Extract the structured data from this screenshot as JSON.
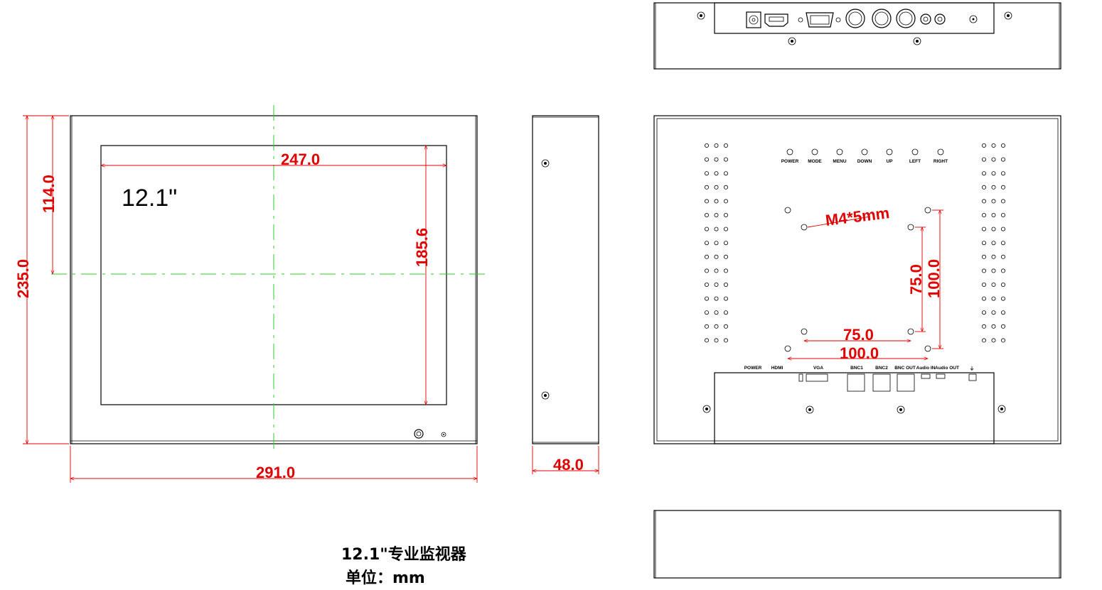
{
  "title": {
    "line1": "12.1\"专业监视器",
    "line2": "单位：mm"
  },
  "front_view": {
    "size_label": "12.1\"",
    "dims": {
      "screen_width": "247.0",
      "screen_height": "185.6",
      "overall_width": "291.0",
      "overall_height": "235.0",
      "center_offset": "114.0"
    }
  },
  "side_view": {
    "depth": "48.0"
  },
  "back_view": {
    "mount_note": "M4*5mm",
    "dims": {
      "vesa75_h": "75.0",
      "vesa75_v": "75.0",
      "vesa100_h": "100.0",
      "vesa100_v": "100.0"
    },
    "buttons": [
      "POWER",
      "MODE",
      "MENU",
      "DOWN",
      "UP",
      "LEFT",
      "RIGHT"
    ],
    "ports": [
      "POWER",
      "HDMI",
      "VGA",
      "BNC1",
      "BNC2",
      "BNC OUT",
      "Audio IN",
      "Audio OUT",
      "⏚"
    ]
  },
  "colors": {
    "dimension": "#e00000",
    "centerline": "#2ecc2e",
    "outline": "#000000"
  }
}
